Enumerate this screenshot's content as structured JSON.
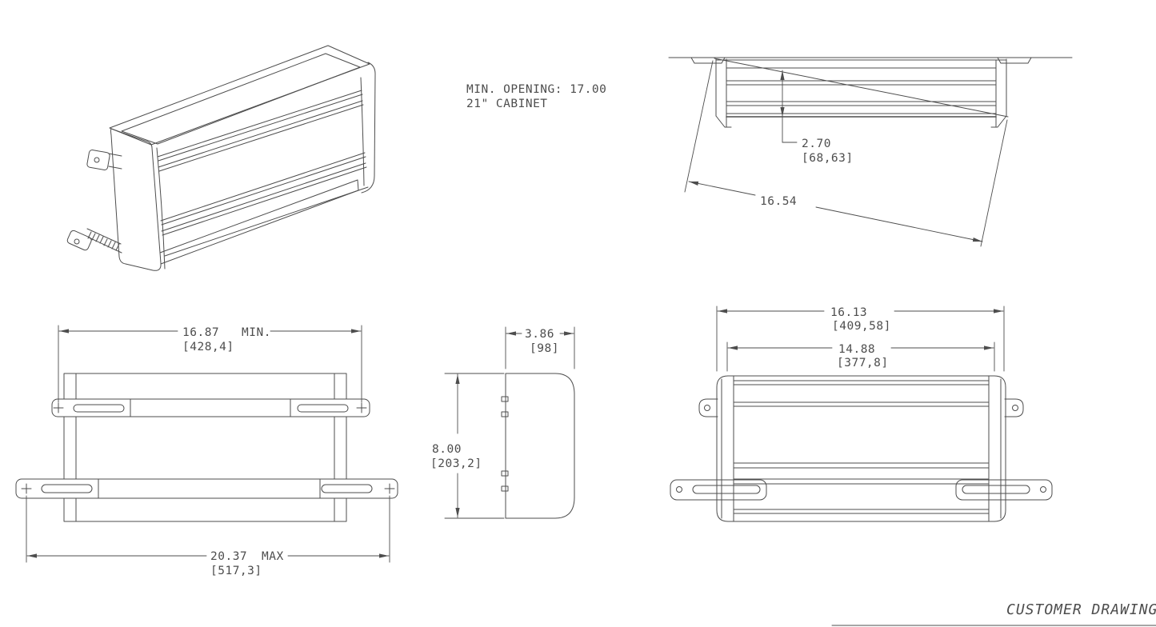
{
  "drawing": {
    "title": "CUSTOMER DRAWING",
    "note": {
      "line1": "MIN. OPENING: 17.00",
      "line2": "21\" CABINET"
    },
    "dims": {
      "depth": {
        "in": "2.70",
        "mm": "[68,63]"
      },
      "diagonal": {
        "in": "16.54"
      },
      "rail_min": {
        "in": "16.87",
        "qual": "MIN.",
        "mm": "[428,4]"
      },
      "rail_max": {
        "in": "20.37",
        "qual": "MAX",
        "mm": "[517,3]"
      },
      "side_width": {
        "in": "3.86",
        "mm": "[98]"
      },
      "height": {
        "in": "8.00",
        "mm": "[203,2]"
      },
      "front_overall": {
        "in": "16.13",
        "mm": "[409,58]"
      },
      "front_inner": {
        "in": "14.88",
        "mm": "[377,8]"
      }
    },
    "colors": {
      "line": "#4d4d4d",
      "background": "#ffffff"
    }
  }
}
